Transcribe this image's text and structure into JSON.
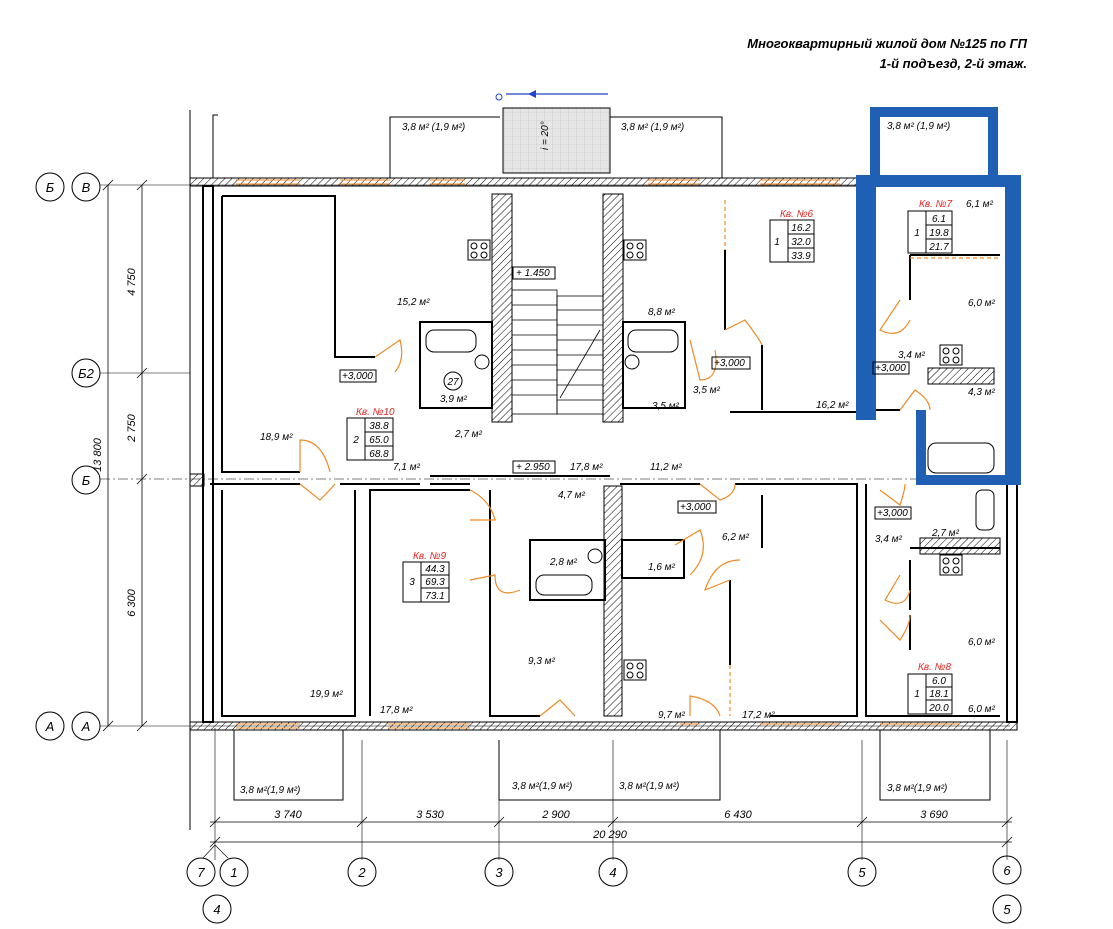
{
  "title": {
    "line1": "Многоквартирный жилой дом №125 по ГП",
    "line2": "1-й подъезд, 2-й этаж."
  },
  "axes": {
    "rows": [
      {
        "outer": "Б",
        "inner": "В"
      },
      {
        "outer": "",
        "inner": "Б2"
      },
      {
        "outer": "",
        "inner": "Б"
      },
      {
        "outer": "А",
        "inner": "А"
      }
    ],
    "cols": [
      {
        "bottom": "7",
        "sub": "4"
      },
      {
        "bottom": "1"
      },
      {
        "bottom": "2"
      },
      {
        "bottom": "3"
      },
      {
        "bottom": "4"
      },
      {
        "bottom": "5"
      },
      {
        "bottom": "6",
        "sub": "5"
      }
    ]
  },
  "dimensions": {
    "vertical": {
      "total": "13 800",
      "d1": "4 750",
      "d2": "2 750",
      "d3": "6 300"
    },
    "horizontal": {
      "d1": "3 740",
      "d2": "3 530",
      "d3": "2 900",
      "d4": "6 430",
      "d5": "3 690",
      "total": "20 290"
    }
  },
  "balconies": {
    "top_left": "3,8 м² (1,9 м²)",
    "top_mid": "3,8 м² (1,9 м²)",
    "top_right": "3,8 м² (1,9 м²)",
    "bottom_left": "3,8 м²(1,9 м²)",
    "bottom_mid1": "3,8 м²(1,9 м²)",
    "bottom_mid2": "3,8 м²(1,9 м²)",
    "bottom_right": "3,8 м²(1,9 м²)",
    "ramp": "i = 20°"
  },
  "rooms": {
    "r152": "15,2 м²",
    "r189": "18,9 м²",
    "r39": "3,9 м²",
    "r27": "2,7 м²",
    "r71": "7,1 м²",
    "r88": "8,8 м²",
    "r35a": "3,5 м²",
    "r35b": "3,5 м²",
    "r162": "16,2 м²",
    "r61": "6,1 м²",
    "r60a": "6,0 м²",
    "r34a": "3,4 м²",
    "r43": "4,3 м²",
    "r178a": "17,8 м²",
    "r112": "11,2 м²",
    "r47": "4,7 м²",
    "r62": "6,2 м²",
    "r28": "2,8 м²",
    "r16": "1,6 м²",
    "r93": "9,3 м²",
    "r199": "19,9 м²",
    "r178b": "17,8 м²",
    "r97": "9,7 м²",
    "r172": "17,2 м²",
    "r34b": "3,4 м²",
    "r27b": "2,7 м²",
    "r60b": "6,0 м²",
    "r60c": "6,0 м²"
  },
  "levels": {
    "l1450": "+ 1.450",
    "l2950": "+ 2.950",
    "l3000a": "+3,000",
    "l3000b": "+3,000",
    "l3000c": "+3,000",
    "l3000d": "+3,000",
    "l3000e": "+3,000",
    "stair_no": "27"
  },
  "apartments": [
    {
      "name": "Кв. №6",
      "rooms": "1",
      "vals": [
        "16.2",
        "32.0",
        "33.9"
      ]
    },
    {
      "name": "Кв. №7",
      "rooms": "1",
      "vals": [
        "6.1",
        "19.8",
        "21.7"
      ]
    },
    {
      "name": "Кв. №10",
      "rooms": "2",
      "vals": [
        "38.8",
        "65.0",
        "68.8"
      ]
    },
    {
      "name": "Кв. №9",
      "rooms": "3",
      "vals": [
        "44.3",
        "69.3",
        "73.1"
      ]
    },
    {
      "name": "Кв. №8",
      "rooms": "1",
      "vals": [
        "6.0",
        "18.1",
        "20.0"
      ]
    }
  ],
  "colors": {
    "walls": "#000000",
    "doors": "#f08a24",
    "selection": "#1f5fb4",
    "apartment_label": "#e8251f"
  }
}
